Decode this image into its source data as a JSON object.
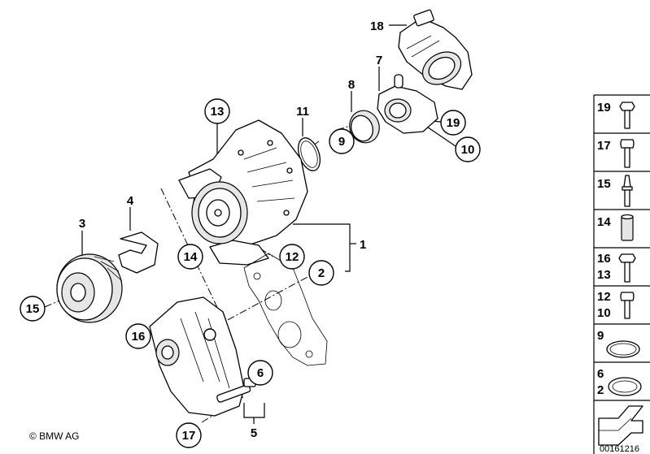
{
  "labels": {
    "l1": "1",
    "l2": "2",
    "l3": "3",
    "l4": "4",
    "l5": "5",
    "l6": "6",
    "l7": "7",
    "l8": "8",
    "l9": "9",
    "l10": "10",
    "l11": "11",
    "l12": "12",
    "l13": "13",
    "l14": "14",
    "l15": "15",
    "l16": "16",
    "l17": "17",
    "l18": "18",
    "l19": "19"
  },
  "legend": [
    {
      "id": "leg-19",
      "top": "19",
      "bottom": ""
    },
    {
      "id": "leg-17",
      "top": "17",
      "bottom": ""
    },
    {
      "id": "leg-15",
      "top": "15",
      "bottom": ""
    },
    {
      "id": "leg-14",
      "top": "14",
      "bottom": ""
    },
    {
      "id": "leg-16-13",
      "top": "16",
      "bottom": "13"
    },
    {
      "id": "leg-12-10",
      "top": "12",
      "bottom": "10"
    },
    {
      "id": "leg-9",
      "top": "9",
      "bottom": ""
    },
    {
      "id": "leg-6-2",
      "top": "6",
      "bottom": "2"
    }
  ],
  "copyright": "© BMW AG",
  "doc_id": "00161216"
}
